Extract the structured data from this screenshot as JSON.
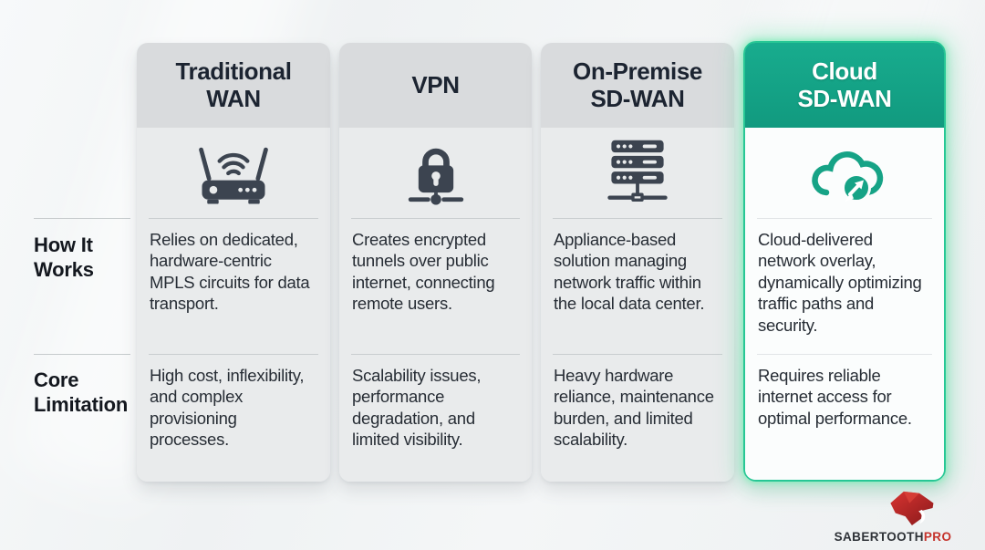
{
  "rows": [
    {
      "label": "How It Works"
    },
    {
      "label": "Core Limitation"
    }
  ],
  "columns": [
    {
      "title": "Traditional\nWAN",
      "icon": "wifi-router-icon",
      "how_it_works": "Relies on dedicated, hardware-centric MPLS circuits for data transport.",
      "core_limitation": "High cost, inflexibility, and complex provisioning processes.",
      "highlighted": false
    },
    {
      "title": "VPN",
      "icon": "padlock-network-icon",
      "how_it_works": "Creates encrypted tunnels over public internet, connecting remote users.",
      "core_limitation": "Scalability issues, performance degradation, and limited visibility.",
      "highlighted": false
    },
    {
      "title": "On-Premise\nSD-WAN",
      "icon": "server-rack-icon",
      "how_it_works": "Appliance-based solution managing network traffic within the local data center.",
      "core_limitation": "Heavy hardware reliance, maintenance burden, and limited scalability.",
      "highlighted": false
    },
    {
      "title": "Cloud\nSD-WAN",
      "icon": "cloud-arrow-icon",
      "how_it_works": "Cloud-delivered network overlay, dynamically optimizing traffic paths and security.",
      "core_limitation": "Requires reliable internet access for optimal performance.",
      "highlighted": true
    }
  ],
  "brand": {
    "name": "SABERTOOTH",
    "suffix": "PRO",
    "logo": "sabertooth-cat-icon"
  },
  "colors": {
    "accent_teal": "#16a386",
    "highlight_border": "#27c795",
    "highlight_glow": "#6fe3ae",
    "icon_ink": "#3c4450",
    "card_header_gray": "#d9dbdd",
    "card_body_gray": "#e9ebec",
    "logo_red": "#c5332c"
  }
}
